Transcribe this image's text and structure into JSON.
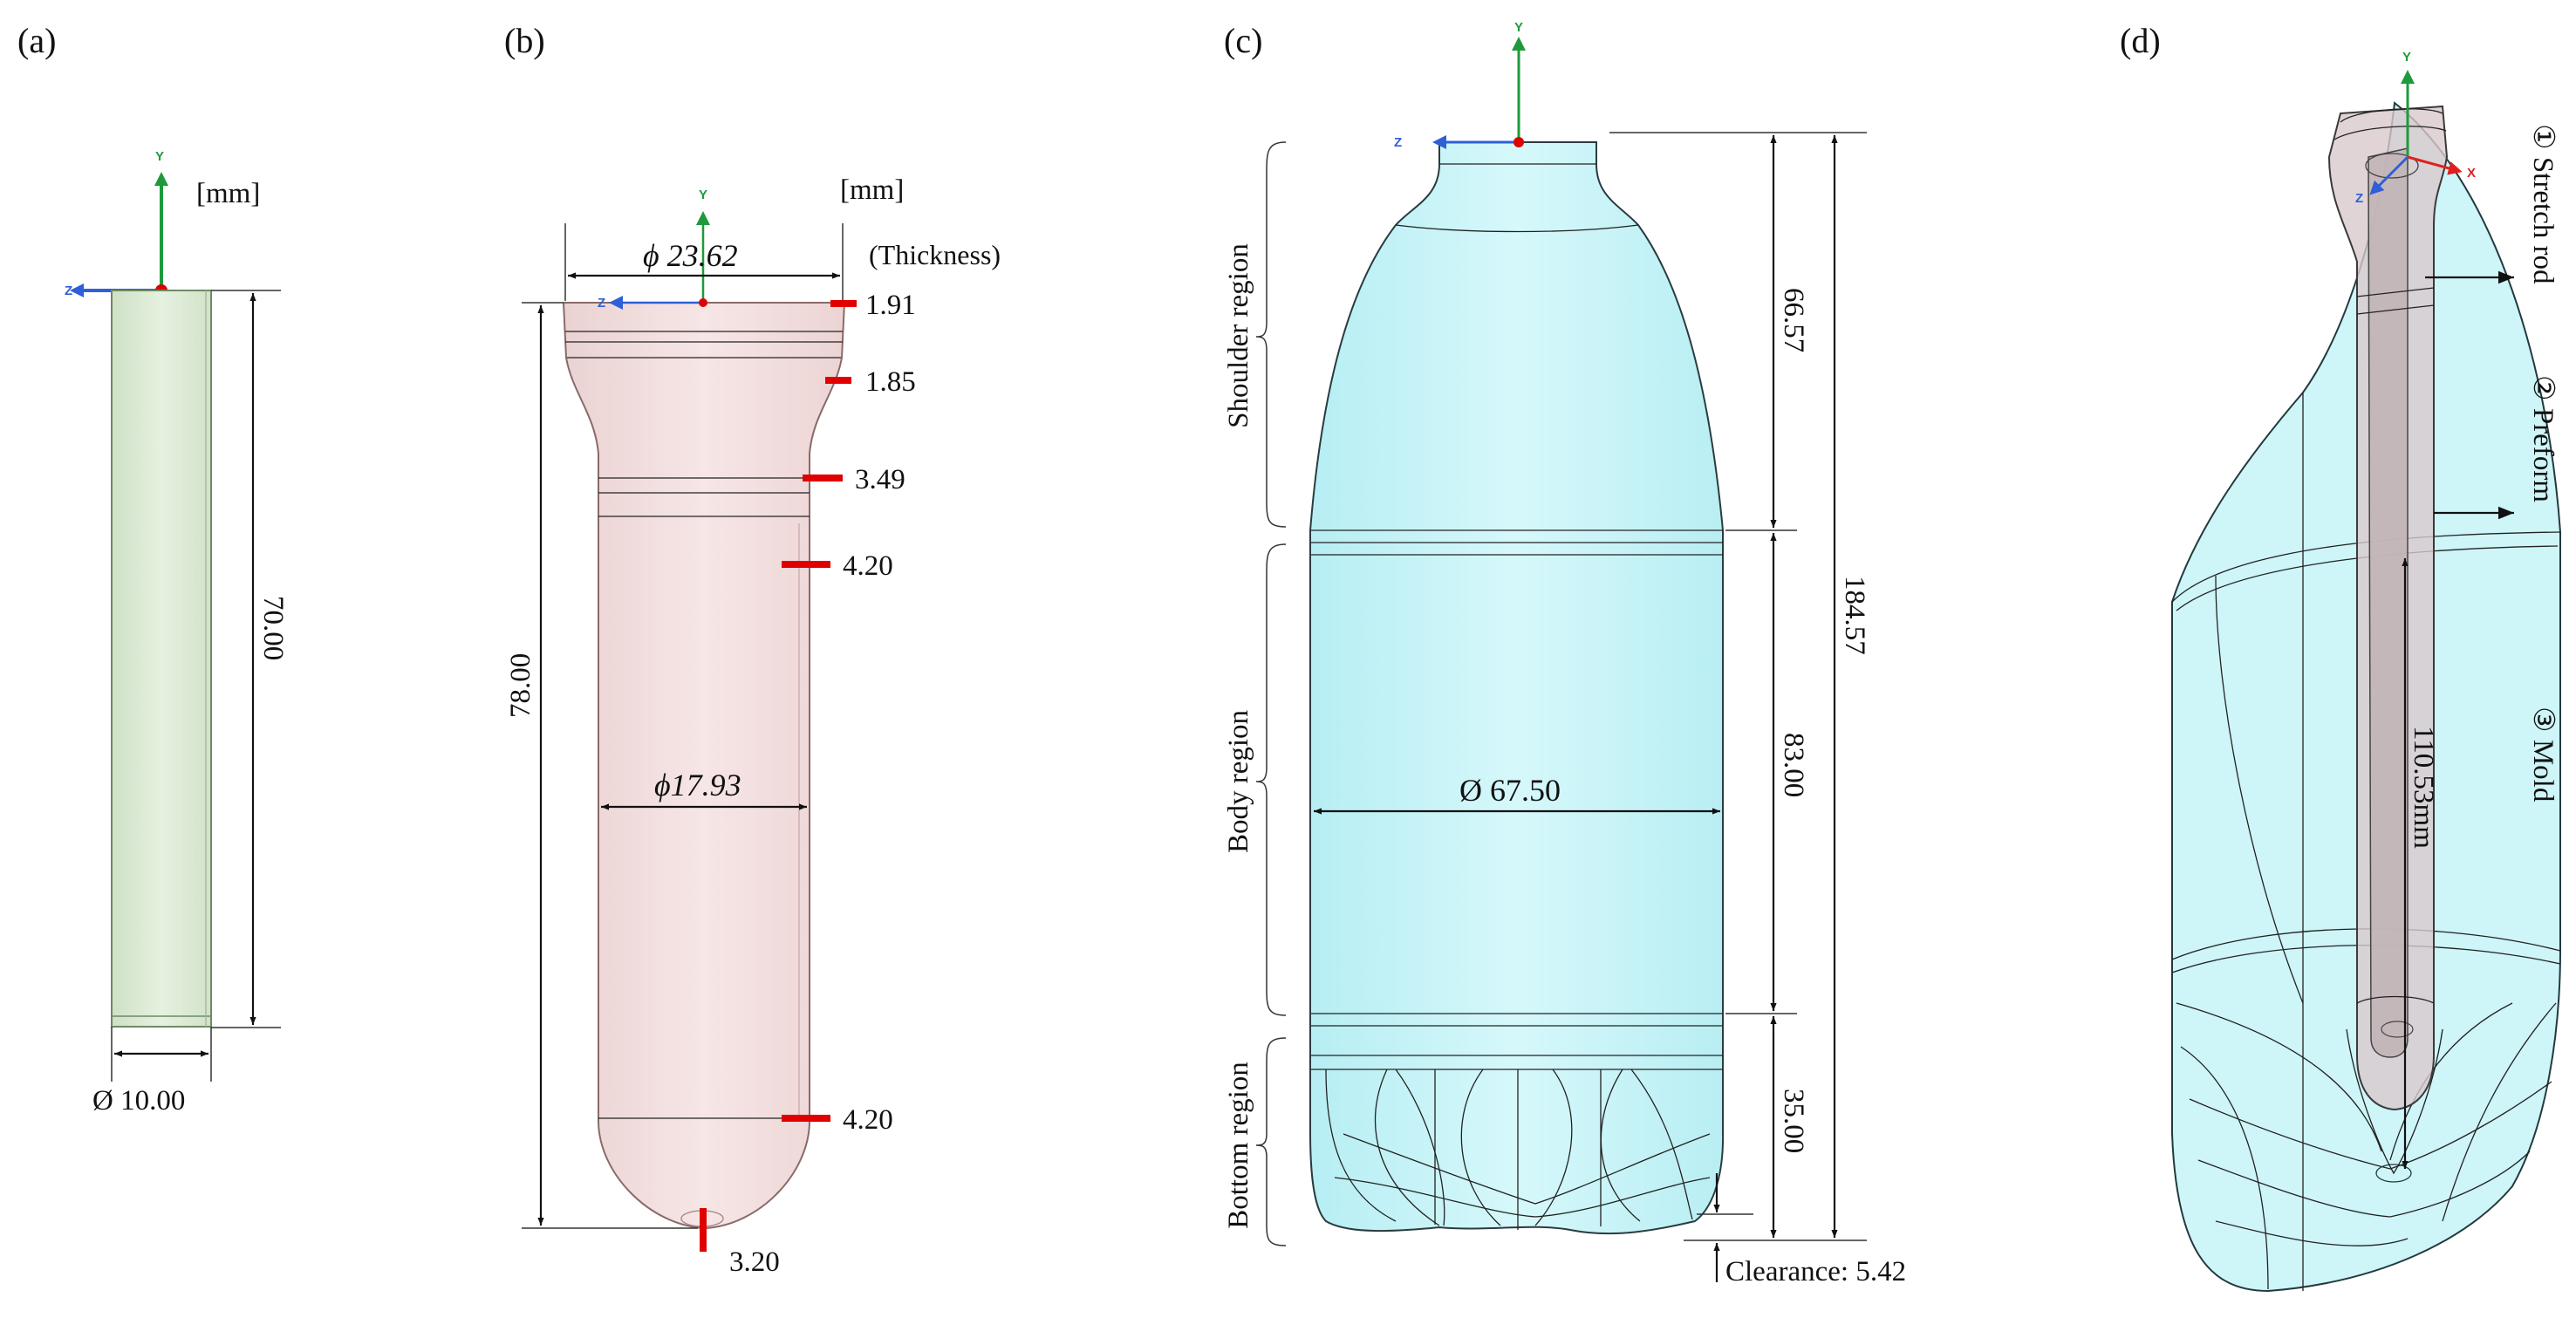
{
  "panels": {
    "a": {
      "label": "(a)",
      "unit": "[mm]",
      "height": "70.00",
      "diameter": "Ø 10.00",
      "axis_y": "Y",
      "axis_z": "Z"
    },
    "b": {
      "label": "(b)",
      "unit": "[mm]",
      "thickness_header": "(Thickness)",
      "top_diameter": "ϕ 23.62",
      "body_diameter": "ϕ17.93",
      "height": "78.00",
      "thickness_values": [
        "1.91",
        "1.85",
        "3.49",
        "4.20",
        "4.20",
        "3.20"
      ],
      "axis_y": "Y",
      "axis_z": "Z"
    },
    "c": {
      "label": "(c)",
      "regions": [
        "Shoulder region",
        "Body region",
        "Bottom region"
      ],
      "shoulder_height": "66.57",
      "body_height": "83.00",
      "bottom_height": "35.00",
      "total_height": "184.57",
      "diameter": "Ø 67.50",
      "clearance": "Clearance: 5.42",
      "axis_y": "Y",
      "axis_z": "Z"
    },
    "d": {
      "label": "(d)",
      "parts": [
        "① Stretch rod",
        "② Preform",
        "③ Mold"
      ],
      "distance": "110.53mm",
      "axis_y": "Y",
      "axis_z": "Z",
      "axis_x": "X"
    }
  },
  "colors": {
    "rod_fill": "#e3efdd",
    "preform_fill": "#f3e0e0",
    "bottle_fill": "#c6f3f7",
    "thickness_marker": "#e00000",
    "axis_y": "#1e9a3c",
    "axis_z": "#2f5fd8",
    "axis_x": "#e02020"
  }
}
